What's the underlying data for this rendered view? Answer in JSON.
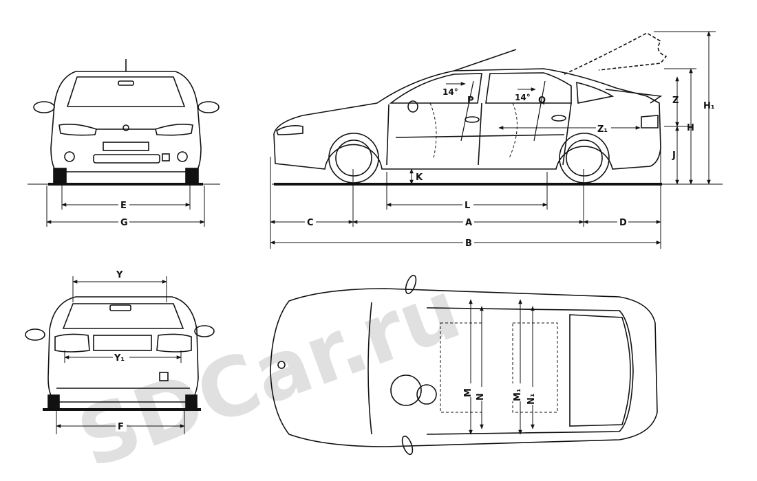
{
  "watermark": "SDCar.ru",
  "labels": {
    "E": "E",
    "G": "G",
    "Y": "Y",
    "Y1": "Y₁",
    "F": "F",
    "K": "K",
    "L": "L",
    "C": "C",
    "A": "A",
    "D": "D",
    "B": "B",
    "P": "P",
    "Q": "Q",
    "Z": "Z",
    "Z1": "Z₁",
    "H": "H",
    "H1": "H₁",
    "J": "J",
    "M": "M",
    "N": "N",
    "M1": "M₁",
    "N1": "N₁",
    "angle_front": "14°",
    "angle_rear": "14°"
  }
}
